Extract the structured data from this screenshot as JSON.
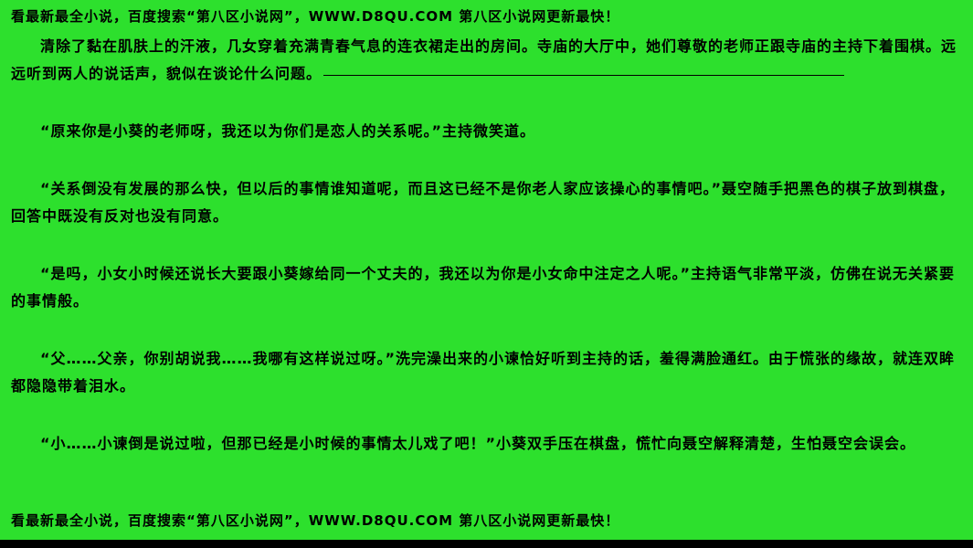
{
  "page": {
    "bg_color": "#2de02d",
    "text_color": "#000000"
  },
  "header": {
    "promo_text": "看最新最全小说，百度搜索“第八区小说网”，WWW.D8QU.COM 第八区小说网更新最快！"
  },
  "content": {
    "paragraphs": [
      "清除了黏在肌肤上的汗液，几女穿着充满青春气息的连衣裙走出的房间。寺庙的大厅中，她们尊敬的老师正跟寺庙的主持下着围棋。远远听到两人的说话声，貌似在谈论什么问题。",
      "“原来你是小葵的老师呀，我还以为你们是恋人的关系呢。”主持微笑道。",
      "“关系倒没有发展的那么快，但以后的事情谁知道呢，而且这已经不是你老人家应该操心的事情吧。”聂空随手把黑色的棋子放到棋盘，回答中既没有反对也没有同意。",
      "“是吗，小女小时候还说长大要跟小葵嫁给同一个丈夫的，我还以为你是小女命中注定之人呢。”主持语气非常平淡，仿佛在说无关紧要的事情般。",
      "“父……父亲，你别胡说我……我哪有这样说过呀。”洗完澡出来的小谏恰好听到主持的话，羞得满脸通红。由于慌张的缘故，就连双眸都隐隐带着泪水。",
      "“小……小谏倒是说过啦，但那已经是小时候的事情太儿戏了吧！”小葵双手压在棋盘，慌忙向聂空解释清楚，生怕聂空会误会。"
    ]
  },
  "footer": {
    "promo_text": "看最新最全小说，百度搜索“第八区小说网”，WWW.D8QU.COM 第八区小说网更新最快！"
  }
}
